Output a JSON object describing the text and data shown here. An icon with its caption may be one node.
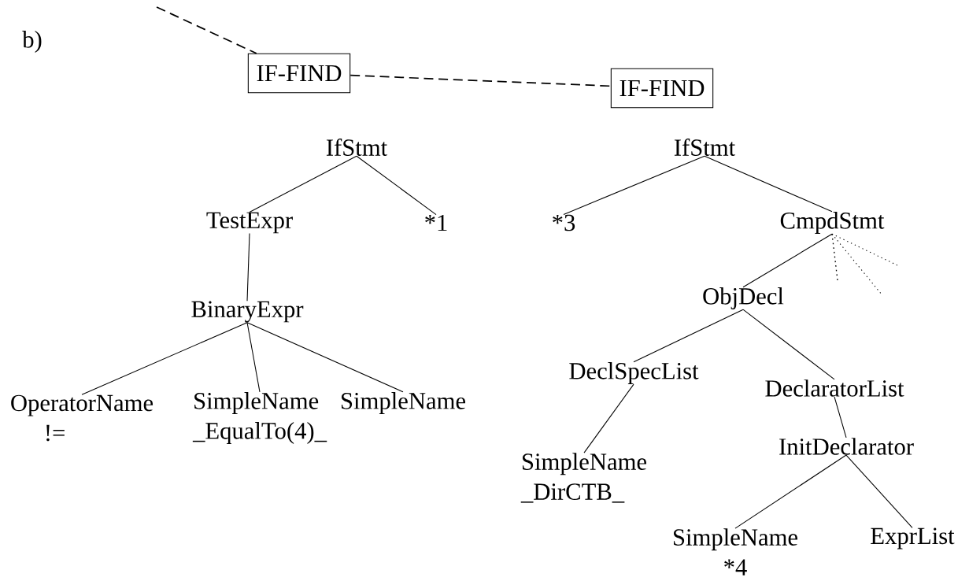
{
  "diagram": {
    "nodes": [
      {
        "text": [
          "IF-FIND"
        ]
      },
      {
        "text": [
          "IF-FIND"
        ]
      },
      {
        "text": [
          "IfStmt"
        ]
      },
      {
        "text": [
          "TestExpr"
        ]
      },
      {
        "text": [
          "*1"
        ]
      },
      {
        "text": [
          "BinaryExpr"
        ]
      },
      {
        "text": [
          "OperatorName",
          "!="
        ]
      },
      {
        "text": [
          "SimpleName",
          "_EqualTo(4)_"
        ]
      },
      {
        "text": [
          "SimpleName"
        ]
      },
      {
        "text": [
          "IfStmt"
        ]
      },
      {
        "text": [
          "*3"
        ]
      },
      {
        "text": [
          "CmpdStmt"
        ]
      },
      {
        "text": [
          "ObjDecl"
        ]
      },
      {
        "text": [
          "DeclSpecList"
        ]
      },
      {
        "text": [
          "DeclaratorList"
        ]
      },
      {
        "text": [
          "SimpleName",
          "_DirCTB_"
        ]
      },
      {
        "text": [
          "InitDeclarator"
        ]
      },
      {
        "text": [
          "SimpleName",
          "*4"
        ]
      },
      {
        "text": [
          "ExprList"
        ]
      }
    ],
    "edges": [
      {
        "from": null,
        "to": 0,
        "arrow": "none",
        "style": "dashed"
      },
      {
        "from": 0,
        "to": 1,
        "arrow": "none",
        "style": "dashed"
      },
      {
        "from": 2,
        "to": 3,
        "arrow": "none"
      },
      {
        "from": 2,
        "to": 4,
        "arrow": "none"
      },
      {
        "from": 3,
        "to": 5,
        "arrow": "none"
      },
      {
        "from": 5,
        "to": 6,
        "arrow": "none"
      },
      {
        "from": 5,
        "to": 7,
        "arrow": "none"
      },
      {
        "from": 5,
        "to": 8,
        "arrow": "none"
      },
      {
        "from": 9,
        "to": 10,
        "arrow": "none"
      },
      {
        "from": 9,
        "to": 11,
        "arrow": "none"
      },
      {
        "from": 11,
        "to": 12,
        "arrow": "none"
      },
      {
        "from": 11,
        "to": null,
        "arrow": "none",
        "style": "dashed"
      },
      {
        "from": 11,
        "to": null,
        "arrow": "none",
        "style": "dashed"
      },
      {
        "from": 11,
        "to": null,
        "arrow": "none",
        "style": "dashed"
      },
      {
        "from": 12,
        "to": 13,
        "arrow": "none"
      },
      {
        "from": 12,
        "to": 14,
        "arrow": "none"
      },
      {
        "from": 13,
        "to": 15,
        "arrow": "none"
      },
      {
        "from": 14,
        "to": 16,
        "arrow": "none"
      },
      {
        "from": 16,
        "to": 17,
        "arrow": "none"
      },
      {
        "from": 16,
        "to": 18,
        "arrow": "none"
      }
    ],
    "labels": [
      "b)"
    ]
  }
}
